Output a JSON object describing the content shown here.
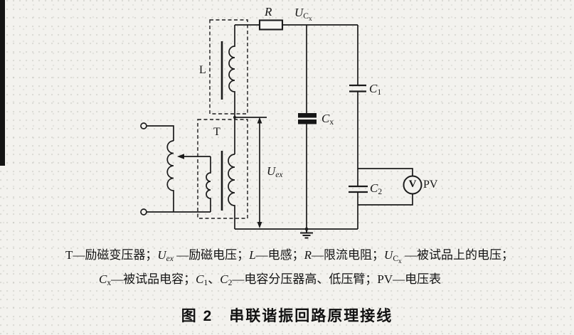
{
  "figure": {
    "title": "图 2　串联谐振回路原理接线",
    "caption_line1": [
      {
        "t": "T—励磁变压器；"
      },
      {
        "t": "U",
        "i": true
      },
      {
        "t": "ex",
        "sub": true,
        "i": true
      },
      {
        "t": " —励磁电压；"
      },
      {
        "t": "L",
        "i": true
      },
      {
        "t": "—电感；"
      },
      {
        "t": "R",
        "i": true
      },
      {
        "t": "—限流电阻；"
      },
      {
        "t": "U",
        "i": true
      },
      {
        "t": "C",
        "sub": true
      },
      {
        "t": "x",
        "sub2": true
      },
      {
        "t": " —被试品上的电压；"
      }
    ],
    "caption_line2": [
      {
        "t": "C",
        "i": true
      },
      {
        "t": "x",
        "sub": true
      },
      {
        "t": "—被试品电容；"
      },
      {
        "t": "C",
        "i": true
      },
      {
        "t": "1",
        "sub": true
      },
      {
        "t": "、"
      },
      {
        "t": "C",
        "i": true
      },
      {
        "t": "2",
        "sub": true
      },
      {
        "t": "—电容分压器高、低压臂；PV—电压表"
      }
    ]
  },
  "labels": {
    "R": [
      {
        "t": "R",
        "i": true
      }
    ],
    "UCx": [
      {
        "t": "U",
        "i": true
      },
      {
        "t": "C",
        "sub": true
      },
      {
        "t": "x",
        "sub2": true
      }
    ],
    "L": [
      {
        "t": "L"
      }
    ],
    "T": [
      {
        "t": "T"
      }
    ],
    "Uex": [
      {
        "t": "U",
        "i": true
      },
      {
        "t": "ex",
        "sub": true,
        "i": true
      }
    ],
    "Cx": [
      {
        "t": "C",
        "i": true
      },
      {
        "t": "x",
        "sub": true
      }
    ],
    "C1": [
      {
        "t": "C",
        "i": true
      },
      {
        "t": "1",
        "sub": true
      }
    ],
    "C2": [
      {
        "t": "C",
        "i": true
      },
      {
        "t": "2",
        "sub": true
      }
    ],
    "PV": [
      {
        "t": "PV"
      }
    ],
    "V": [
      {
        "t": "V"
      }
    ]
  },
  "colors": {
    "ink": "#1b1b1b",
    "paper": "#f3f2ee"
  }
}
